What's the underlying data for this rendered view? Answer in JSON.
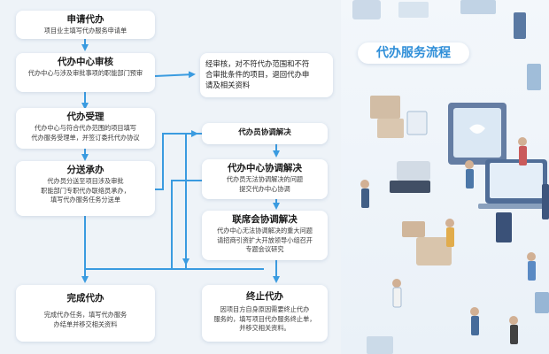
{
  "heading": "代办服务流程",
  "steps": [
    {
      "title": "申请代办",
      "desc": "项目业主填写代办服务申请单"
    },
    {
      "title": "代办中心审核",
      "desc": "代办中心与涉及审批事项的职能部门预审"
    },
    {
      "title": "代办受理",
      "desc": "代办中心与符合代办范围的项目填写\n代办服务受理单，并签订委托代办协议"
    },
    {
      "title": "分送承办",
      "desc": "代办员分送至项目涉及审批\n职能部门专职代办联络员承办，\n填写代办服务任务分送单"
    },
    {
      "title": "完成代办",
      "desc": "完成代办任务，填写代办服务\n办结单并移交相关资料"
    }
  ],
  "right_steps": [
    {
      "title": "代办员协调解决",
      "desc": ""
    },
    {
      "title": "代办中心协调解决",
      "desc": "代办员无法协调解决的问题\n提交代办中心协调"
    },
    {
      "title": "联席会协调解决",
      "desc": "代办中心无法协调解决的重大问题\n请招商引资扩大开放领导小组召开\n专题会议研究"
    },
    {
      "title": "终止代办",
      "desc": "因项目方自身原因需要终止代办\n服务的，填写项目代办服务终止单，\n并移交相关资料。"
    }
  ],
  "note": "经审核，对不符代办范围和不符\n合审批条件的项目，退回代办申\n请及相关资料",
  "colors": {
    "arrow": "#3a9be0",
    "heading": "#2e8ed8",
    "background": "#eef3f8"
  },
  "icons": [
    "office-illustration"
  ]
}
